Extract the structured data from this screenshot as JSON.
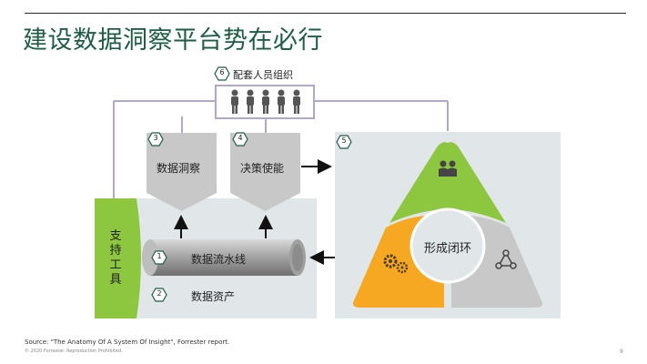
{
  "title": "建设数据洞察平台势在必行",
  "nodes": {
    "support_people": {
      "number": "6",
      "label": "配套人员组织"
    },
    "data_insight": {
      "number": "3",
      "label": "数据洞察"
    },
    "decision": {
      "number": "4",
      "label": "决策使能"
    },
    "closed_loop": {
      "number": "5",
      "label": "形成闭环"
    },
    "pipeline": {
      "number": "1",
      "label": "数据流水线"
    },
    "assets": {
      "number": "2",
      "label": "数据资产"
    },
    "tools": {
      "label": [
        "支",
        "持",
        "工",
        "具"
      ]
    }
  },
  "icons": [
    "person-icon",
    "handshake-icon",
    "gears-icon",
    "network-icon"
  ],
  "colors": {
    "green": "#8dc63f",
    "orange": "#f7a823",
    "gray": "#c8c8c8",
    "title": "#1f5c45",
    "panel": "#e1e6e8"
  },
  "source": "Source: \"The Anatomy Of A System Of Insight\", Forrester report.",
  "copyright": "© 2020 Forrester. Reproduction Prohibited.",
  "page_number": "9"
}
